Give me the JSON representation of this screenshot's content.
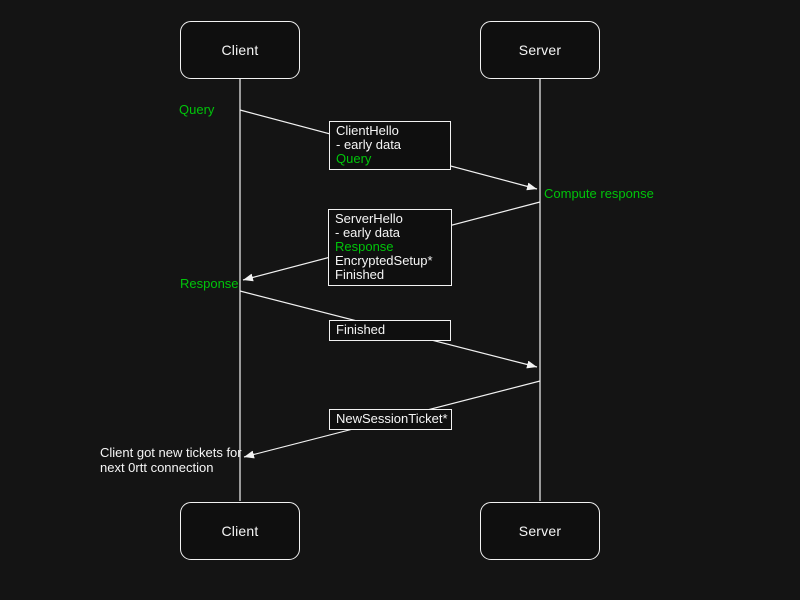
{
  "colors": {
    "background": "#141414",
    "box_fill": "#0f0f0f",
    "line": "#f2f2f2",
    "text": "#f5f5f5",
    "green": "#00c40a"
  },
  "actors": {
    "client_top": "Client",
    "server_top": "Server",
    "client_bottom": "Client",
    "server_bottom": "Server"
  },
  "annotations": {
    "query": "Query",
    "compute_response": "Compute response",
    "response": "Response",
    "note": [
      "Client got new tickets for",
      "next 0rtt connection"
    ]
  },
  "messages": {
    "client_hello": {
      "lines": [
        "ClientHello",
        "- early data",
        "Query"
      ]
    },
    "server_hello": {
      "lines": [
        "ServerHello",
        "- early data",
        "Response",
        "EncryptedSetup*",
        "Finished"
      ]
    },
    "finished": {
      "lines": [
        "Finished"
      ]
    },
    "new_session_ticket": {
      "lines": [
        "NewSessionTicket*"
      ]
    }
  }
}
